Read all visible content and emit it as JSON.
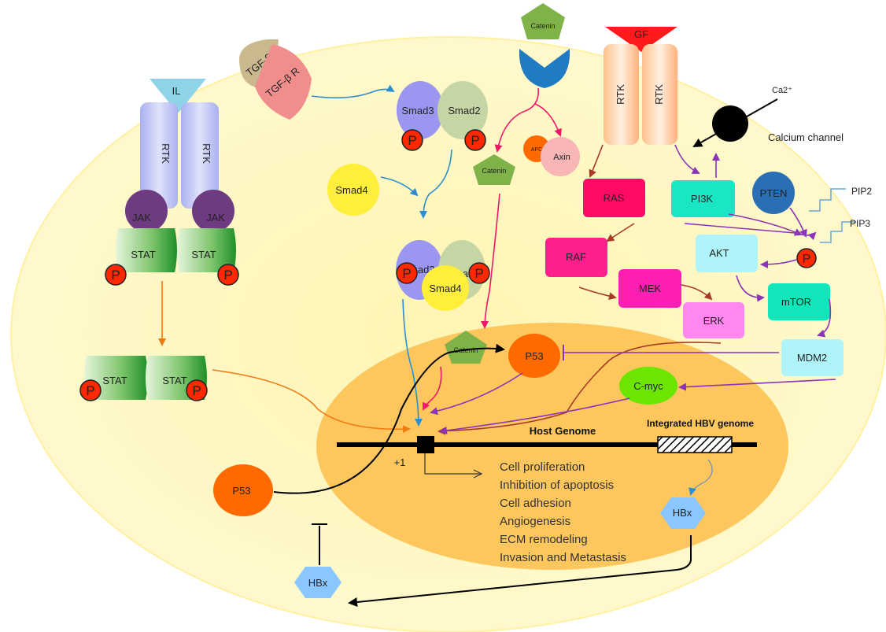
{
  "labels": {
    "il": "IL",
    "rtk": "RTK",
    "jak": "JAK",
    "stat": "STAT",
    "p": "P",
    "tgfb": "TGF-β",
    "tgfbr": "TGF-β R",
    "smad3": "Smad3",
    "smad2": "Smad2",
    "smad4": "Smad4",
    "catenin": "Catenin",
    "apc": "APC",
    "axin": "Axin",
    "gf": "GF",
    "ca": "Ca2⁺",
    "calcium_channel": "Calcium channel",
    "ras": "RAS",
    "pi3k": "PI3K",
    "pten": "PTEN",
    "pip2": "PIP2",
    "pip3": "PIP3",
    "raf": "RAF",
    "mek": "MEK",
    "erk": "ERK",
    "akt": "AKT",
    "mtor": "mTOR",
    "mdm2": "MDM2",
    "p53": "P53",
    "cmyc": "C-myc",
    "host_genome": "Host Genome",
    "integrated_hbv": "Integrated HBV genome",
    "plus_one": "+1",
    "hbx": "HBx"
  },
  "outcomes": [
    "Cell proliferation",
    "Inhibition of apoptosis",
    "Cell adhesion",
    "Angiogenesis",
    "ECM remodeling",
    "Invasion and Metastasis"
  ],
  "colors": {
    "cell": "#fff7c2",
    "nucleus": "#fdc75e",
    "smad3": "#9b96f0",
    "smad2": "#c5d6a4",
    "smad4": "#ffef3a",
    "catenin": "#7fb34a",
    "ras": "#ff0a66",
    "raf": "#ff1f8e",
    "mek": "#ff1fb4",
    "erk": "#ff88f0",
    "pi3k": "#19e6c4",
    "pten": "#2a6fb3",
    "akt": "#aef4f9",
    "mtor": "#11e6bb",
    "mdm2": "#aef4f9",
    "p53": "#ff6a00",
    "cmyc": "#6ce600",
    "hbx": "#8ac6ff",
    "p_badge": "#ff2800",
    "arrow_blue": "#2d8ecf",
    "arrow_pink": "#f0176b",
    "arrow_purple": "#8a34b8",
    "arrow_brown": "#a83a2a",
    "arrow_orange": "#f07a12"
  }
}
